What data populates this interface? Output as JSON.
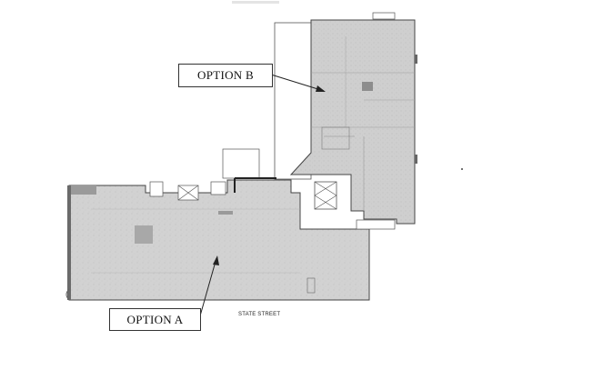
{
  "plan": {
    "option_a_label": "OPTION A",
    "option_b_label": "OPTION B",
    "street_label": "STATE STREET"
  },
  "colors": {
    "floor_fill": "#d3d3d3",
    "floor_fill_dark": "#bdbdbd",
    "wall_line": "#444444",
    "callout_border": "#333333"
  }
}
